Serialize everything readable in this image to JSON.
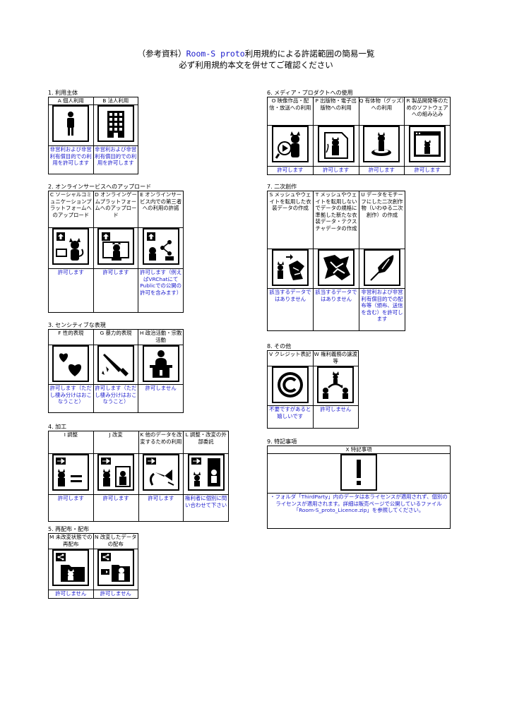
{
  "title": {
    "prefix": "（参考資料）",
    "brand": "Room-S proto",
    "suffix": "利用規約による許諾範囲の簡易一覧",
    "line2": "必ず利用規約本文を併せてご確認ください"
  },
  "s1": {
    "label": "1. 利用主体",
    "items": [
      {
        "head": "A 個人利用",
        "icon": "person-icon",
        "answer": "非営利および非営利有償目的での利用を許可します"
      },
      {
        "head": "B 法人利用",
        "icon": "building-icon",
        "answer": "非営利および非営利有償目的での利用を許可します"
      }
    ]
  },
  "s2": {
    "label": "2. オンラインサービスへのアップロード",
    "items": [
      {
        "head": "C ソーシャルコミュニケーションプラットフォームへのアップロード",
        "icon": "social-upload-icon",
        "answer": "許可します"
      },
      {
        "head": "D オンラインゲームプラットフォームへのアップロード",
        "icon": "game-upload-icon",
        "answer": "許可します"
      },
      {
        "head": "E オンラインサービス内での第三者への利用の許諾",
        "icon": "share-network-icon",
        "answer": "許可します（例えばVRChatにてPublicでの公開の許可を含みます）"
      }
    ]
  },
  "s3": {
    "label": "3. センシティブな表現",
    "items": [
      {
        "head": "F 性的表現",
        "icon": "hearts-icon",
        "answer": "許可します（ただし棲み分けはおこなうこと）"
      },
      {
        "head": "G 暴力的表現",
        "icon": "knife-icon",
        "answer": "許可します（ただし棲み分けはおこなうこと）"
      },
      {
        "head": "H 政治活動・宗教活動",
        "icon": "podium-icon",
        "answer": "許可しません"
      }
    ]
  },
  "s4": {
    "label": "4. 加工",
    "items": [
      {
        "head": "I 調整",
        "icon": "adjust-icon",
        "answer": "許可します"
      },
      {
        "head": "J 改変",
        "icon": "modify-icon",
        "answer": "許可します"
      },
      {
        "head": "K 他のデータを改変するための利用",
        "icon": "other-data-icon",
        "answer": "許可します"
      },
      {
        "head": "L 調整・改変の外部委託",
        "icon": "outsource-icon",
        "answer": "権利者に個別に問い合わせて下さい"
      }
    ]
  },
  "s5": {
    "label": "5. 再配布・配布",
    "items": [
      {
        "head": "M 未改変状態での再配布",
        "icon": "redistribute-icon",
        "answer": "許可しません"
      },
      {
        "head": "N 改変したデータの配布",
        "icon": "modified-distribute-icon",
        "answer": "許可しません"
      }
    ]
  },
  "s6": {
    "label": "6. メディア・プロダクトへの使用",
    "items": [
      {
        "head": "O 映像作品・配信・放送への利用",
        "icon": "video-icon",
        "answer": "許可します"
      },
      {
        "head": "P 出版物・電子出版物への利用",
        "icon": "publication-icon",
        "answer": "許可します"
      },
      {
        "head": "Q 有体物（グッズ）への利用",
        "icon": "figure-icon",
        "answer": "許可します"
      },
      {
        "head": "R 製品開発等のためのソフトウェアへの組み込み",
        "icon": "software-icon",
        "answer": "許可します"
      }
    ]
  },
  "s7": {
    "label": "7. 二次創作",
    "items": [
      {
        "head": "S メッシュやウェイトを転用した衣装データの作成",
        "icon": "costume-icon",
        "answer": "該当するデータではありません"
      },
      {
        "head": "T メッシュやウェイトを転用しないでデータの規格に準拠した新たな衣装データ・テクスチャデータの作成",
        "icon": "cloth-icon",
        "answer": "該当するデータではありません"
      },
      {
        "head": "U データをモチーフにした二次創作物（いわゆる二次創作）の作成",
        "icon": "pen-nib-icon",
        "answer": "非営利および非営利有償目的での配布等（頒布、送信を含む）を許可します"
      }
    ]
  },
  "s8": {
    "label": "8. その他",
    "items": [
      {
        "head": "V クレジット表記",
        "icon": "copyright-icon",
        "answer": "不要ですがあると嬉しいです"
      },
      {
        "head": "W 権利義務の譲渡等",
        "icon": "transfer-icon",
        "answer": "許可しません"
      }
    ]
  },
  "s9": {
    "label": "9. 特記事項",
    "head": "X 特記事項",
    "icon": "exclamation-icon",
    "note": "・フォルダ「ThirdParty」内のデータは本ライセンスが適用されず、個別のライセンスが適用されます。詳細は販売ページで公開しているファイル「Room-S_proto_Licence.zip」を参照してください。"
  }
}
